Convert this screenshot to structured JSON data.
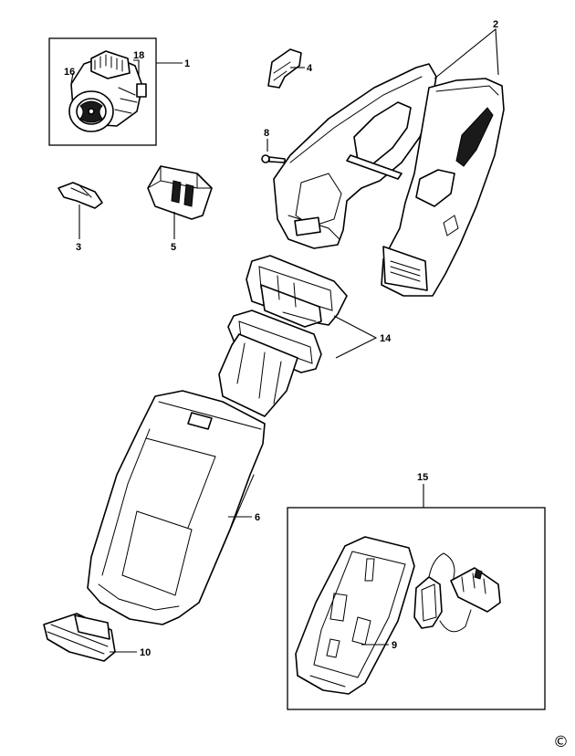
{
  "callouts": {
    "c1": "1",
    "c2": "2",
    "c3": "3",
    "c4": "4",
    "c5": "5",
    "c6": "6",
    "c8": "8",
    "c9": "9",
    "c10": "10",
    "c14": "14",
    "c15": "15",
    "c16": "16",
    "c18": "18"
  },
  "copyright_symbol": "©"
}
